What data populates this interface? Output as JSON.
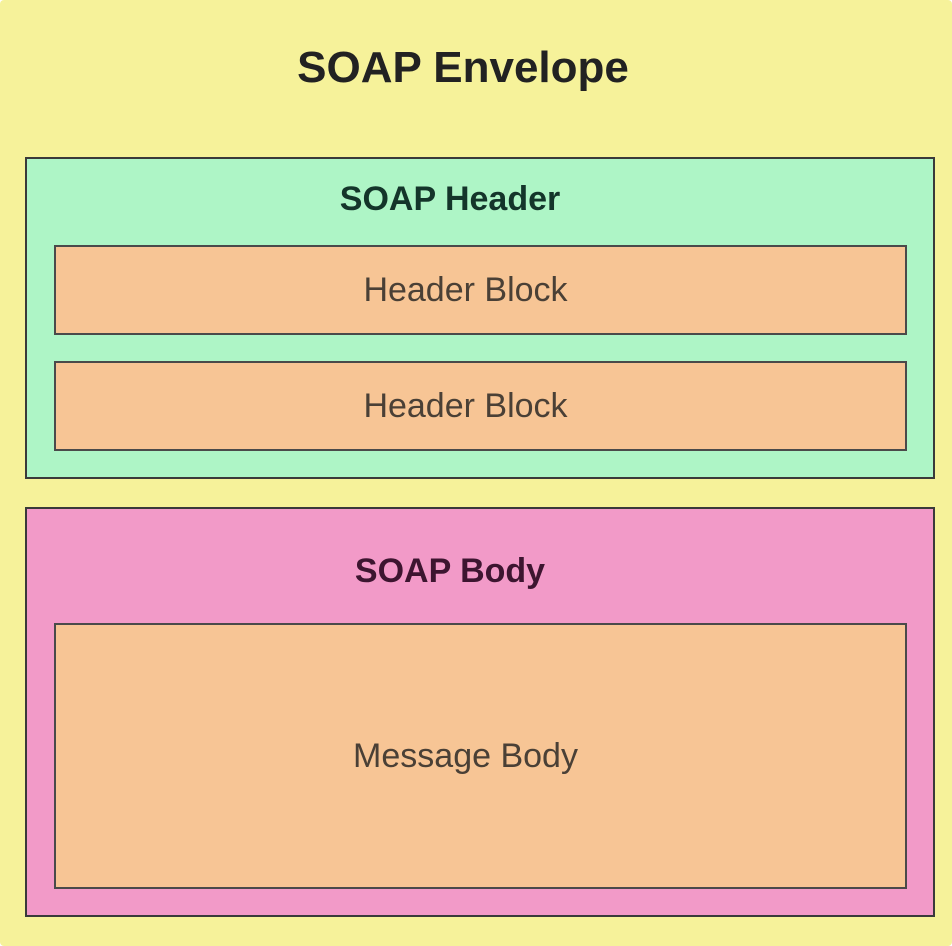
{
  "envelope": {
    "title": "SOAP Envelope",
    "color": "#f6f29a",
    "text_color": "#222222"
  },
  "header": {
    "title": "SOAP Header",
    "color": "#aef5c6",
    "text_color": "#14352a",
    "blocks": [
      {
        "label": "Header Block"
      },
      {
        "label": "Header Block"
      }
    ]
  },
  "body": {
    "title": "SOAP Body",
    "color": "#f29ac8",
    "text_color": "#3d1530",
    "message": {
      "label": "Message Body"
    }
  },
  "block_style": {
    "color": "#f7c595",
    "text_color": "#4a4036"
  }
}
